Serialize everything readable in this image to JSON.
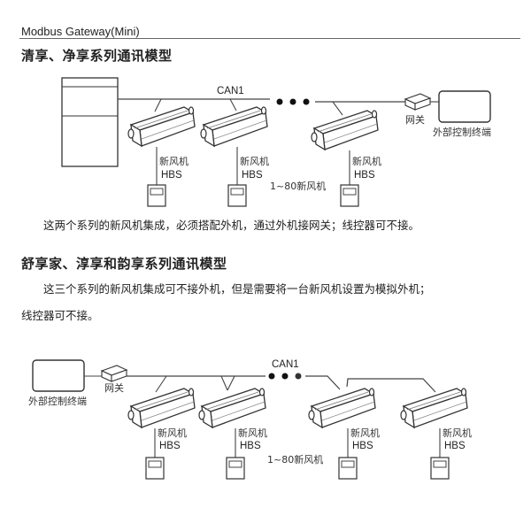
{
  "header": {
    "title": "Modbus Gateway(Mini)"
  },
  "section1": {
    "title": "清享、净享系列通讯模型",
    "diagram": {
      "bus_label": "CAN1",
      "gateway_label": "网关",
      "terminal_label": "外部控制终端",
      "unit_name": "新风机",
      "unit_model": "HBS",
      "range_label": "1~80新风机",
      "units_count_drawn": 3
    },
    "paragraph": "这两个系列的新风机集成，必须搭配外机，通过外机接网关；线控器可不接。"
  },
  "section2": {
    "title": "舒享家、淳享和韵享系列通讯模型",
    "paragraph_line1": "这三个系列的新风机集成可不接外机，但是需要将一台新风机设置为模拟外机；",
    "paragraph_line2": "线控器可不接。",
    "diagram": {
      "bus_label": "CAN1",
      "gateway_label": "网关",
      "terminal_label": "外部控制终端",
      "unit_name": "新风机",
      "unit_model": "HBS",
      "range_label": "1~80新风机",
      "units_count_drawn": 4
    }
  }
}
